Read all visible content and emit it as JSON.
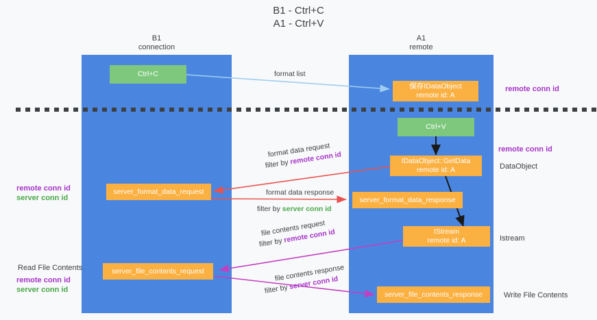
{
  "title": {
    "line1": "B1 - Ctrl+C",
    "line2": "A1 - Ctrl+V"
  },
  "columns": [
    {
      "name": "B1",
      "subtitle": "connection"
    },
    {
      "name": "A1",
      "subtitle": "remote"
    }
  ],
  "nodes": {
    "ctrl_c": {
      "label": "Ctrl+C"
    },
    "ctrl_v": {
      "label": "Ctrl+V"
    },
    "save_dataobject": {
      "line1": "保存IDataObject",
      "line2": "remote id: A"
    },
    "getdata": {
      "line1": "IDataObject::GetData",
      "line2": "remote id: A"
    },
    "istream": {
      "line1": "IStream",
      "line2": "remote id: A"
    },
    "server_format_data_request": {
      "label": "server_format_data_request"
    },
    "server_format_data_response": {
      "label": "server_format_data_response"
    },
    "server_file_contents_request": {
      "label": "server_file_contents_request"
    },
    "server_file_contents_response": {
      "label": "server_file_contents_response"
    }
  },
  "edge_labels": {
    "format_list": "format list",
    "format_data_request": "format data request",
    "format_data_request_filter_prefix": "filter by ",
    "format_data_request_filter_key": "remote conn id",
    "format_data_response": "format data response",
    "format_data_response_filter_prefix": "filter by ",
    "format_data_response_filter_key": "server conn id",
    "file_contents_request": "file contents request",
    "file_contents_request_filter_prefix": "filter by ",
    "file_contents_request_filter_key": "remote conn id",
    "file_contents_response": "file contents response",
    "file_contents_response_filter_prefix": "filter by ",
    "file_contents_response_filter_key": "server conn id"
  },
  "annotations": {
    "right_remote_conn_id_top": "remote conn id",
    "right_remote_conn_id_mid": "remote conn id",
    "right_dataobject": "DataObject",
    "right_istream": "Istream",
    "right_write_file_contents": "Write File Contents",
    "left_remote_conn_id_mid": "remote conn id",
    "left_server_conn_id_mid": "server conn id",
    "left_read_file_contents": "Read File Contents",
    "left_remote_conn_id_bottom": "remote conn id",
    "left_server_conn_id_bottom": "server conn id"
  },
  "colors": {
    "lane": "#4a86e0",
    "node_green": "#7ec87e",
    "node_orange": "#fbb042",
    "accent_purple": "#a634c9",
    "accent_green": "#4aa84a",
    "arrow_red": "#e8534f",
    "arrow_magenta": "#c13fc1",
    "arrow_lightblue": "#9fcdf0",
    "arrow_black": "#1a1a1a",
    "divider": "#3c4043",
    "background": "#f8f9fa"
  }
}
